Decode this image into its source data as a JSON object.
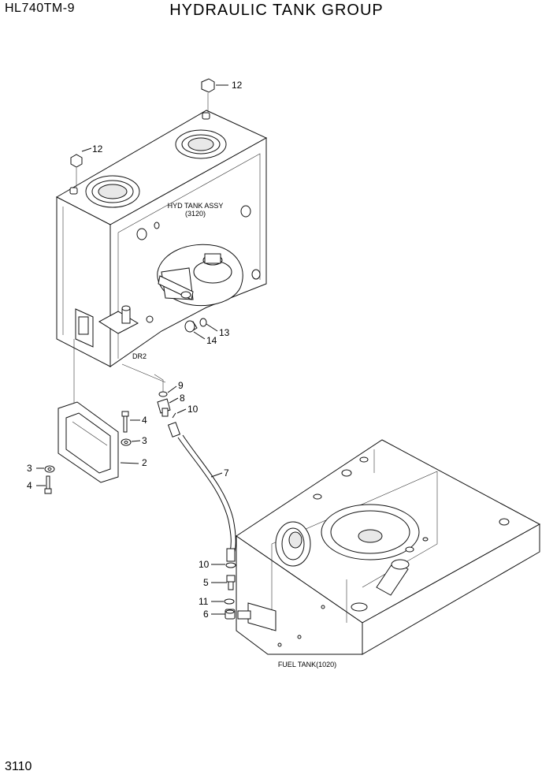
{
  "header": {
    "model": "HL740TM-9",
    "title": "HYDRAULIC TANK GROUP"
  },
  "footer": {
    "page_number": "3110"
  },
  "assemblies": {
    "hyd_tank_name": "HYD TANK ASSY",
    "hyd_tank_ref": "(3120)",
    "fuel_tank": "FUEL TANK(1020)",
    "drain_mark": "DR2"
  },
  "callouts": {
    "c12a": "12",
    "c12b": "12",
    "c13": "13",
    "c14": "14",
    "c9": "9",
    "c8": "8",
    "c10a": "10",
    "c4a": "4",
    "c3a": "3",
    "c2": "2",
    "c3b": "3",
    "c4b": "4",
    "c7": "7",
    "c10b": "10",
    "c5": "5",
    "c11": "11",
    "c6": "6"
  }
}
